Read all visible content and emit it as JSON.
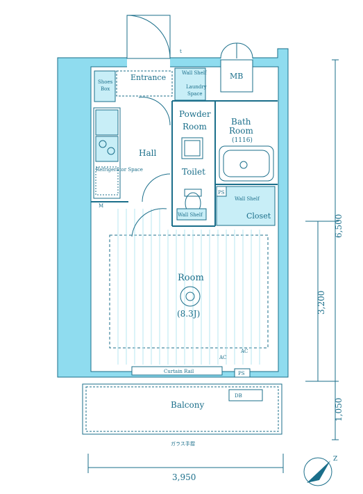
{
  "rooms": {
    "entrance": "Entrance",
    "shoes_box_1": "Shoes",
    "shoes_box_2": "Box",
    "wall_shelf_top": "Wall Shelf",
    "laundry_1": "Laundry",
    "laundry_2": "Space",
    "mb": "MB",
    "powder_1": "Powder",
    "powder_2": "Room",
    "bath_1": "Bath",
    "bath_2": "Room",
    "bath_size": "(1116)",
    "hall": "Hall",
    "toilet": "Toilet",
    "ps_inner": "PS",
    "wall_shelf_closet": "Wall Shelf",
    "closet": "Closet",
    "wall_shelf_toilet": "Wall Shelf",
    "room": "Room",
    "room_size": "(8.3J)",
    "curtain_rail": "Curtain Rail",
    "ps_balcony": "PS",
    "balcony": "Balcony",
    "glass_rail": "ガラス手摺",
    "fridge": "Refrigerator Space",
    "ac_1": "AC",
    "ac_2": "AC",
    "db": "DB",
    "m_mark": "M",
    "t_mark": "t"
  },
  "dimensions": {
    "width": "3,950",
    "depth_total": "6,500",
    "depth_room": "3,200",
    "depth_balcony": "1,050"
  },
  "colors": {
    "wall": "#8fdcef",
    "line": "#1a6e8a",
    "fill_light": "#c8eef7"
  }
}
